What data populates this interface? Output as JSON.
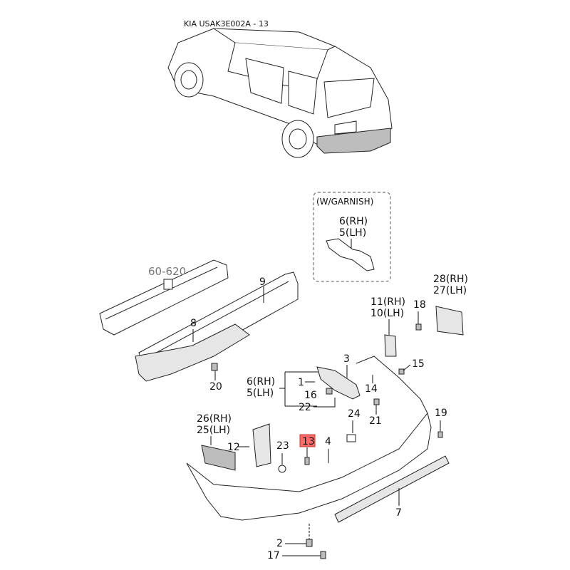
{
  "header": {
    "title": "KIA USAK3E002A - 13"
  },
  "inset": {
    "label": "(W/GARNISH)",
    "part_rh": "6(RH)",
    "part_lh": "5(LH)"
  },
  "highlight_color": "#ff6b6b",
  "callouts": {
    "c_60_620": "60-620",
    "c9": "9",
    "c8": "8",
    "c20": "20",
    "c6": "6(RH)",
    "c5": "5(LH)",
    "c1": "1",
    "c3": "3",
    "c16": "16",
    "c22": "22",
    "c11": "11(RH)",
    "c10": "10(LH)",
    "c18": "18",
    "c28": "28(RH)",
    "c27": "27(LH)",
    "c14": "14",
    "c15": "15",
    "c21": "21",
    "c24": "24",
    "c19": "19",
    "c26": "26(RH)",
    "c25": "25(LH)",
    "c12": "12",
    "c23": "23",
    "c13": "13",
    "c4": "4",
    "c7": "7",
    "c2": "2",
    "c17": "17"
  }
}
